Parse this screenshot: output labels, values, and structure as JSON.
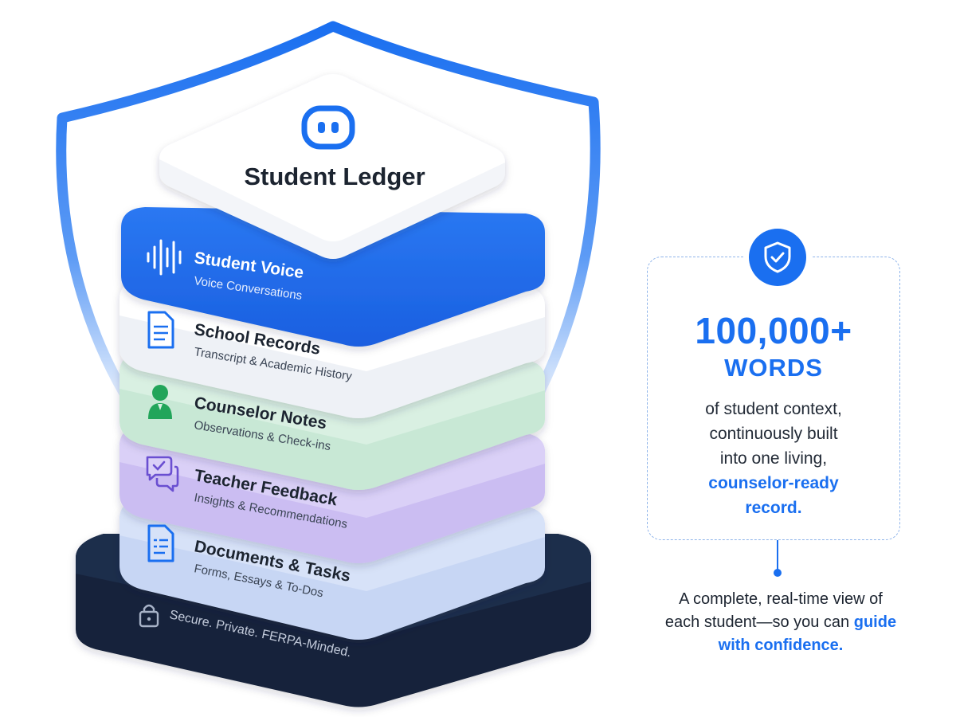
{
  "header": {
    "title": "Student Ledger"
  },
  "layers": [
    {
      "title": "Student Voice",
      "subtitle": "Voice Conversations",
      "icon": "sound-wave-icon",
      "color": "#1a6ff0"
    },
    {
      "title": "School Records",
      "subtitle": "Transcript & Academic History",
      "icon": "document-icon",
      "color": "#ffffff"
    },
    {
      "title": "Counselor Notes",
      "subtitle": "Observations & Check-ins",
      "icon": "person-icon",
      "color": "#d6efe0"
    },
    {
      "title": "Teacher Feedback",
      "subtitle": "Insights & Recommendations",
      "icon": "chat-bubbles-icon",
      "color": "#d8cdf5"
    },
    {
      "title": "Documents & Tasks",
      "subtitle": "Forms, Essays & To-Dos",
      "icon": "document-list-icon",
      "color": "#cfdcf6"
    }
  ],
  "base": {
    "label": "Secure. Private. FERPA-Minded.",
    "icon": "lock-icon",
    "color": "#1d2b45"
  },
  "stat": {
    "number": "100,000+",
    "unit": "WORDS",
    "desc_lines": [
      "of student context,",
      "continuously built",
      "into one living,"
    ],
    "desc_highlight_lines": [
      "counselor-ready",
      "record."
    ]
  },
  "summary": {
    "prefix": "A complete, real-time view of each student—so you can",
    "highlight": "guide with confidence."
  },
  "colors": {
    "accent": "#1a6ff0",
    "text": "#1c2430",
    "shield_outline": "#1a6ff0"
  }
}
